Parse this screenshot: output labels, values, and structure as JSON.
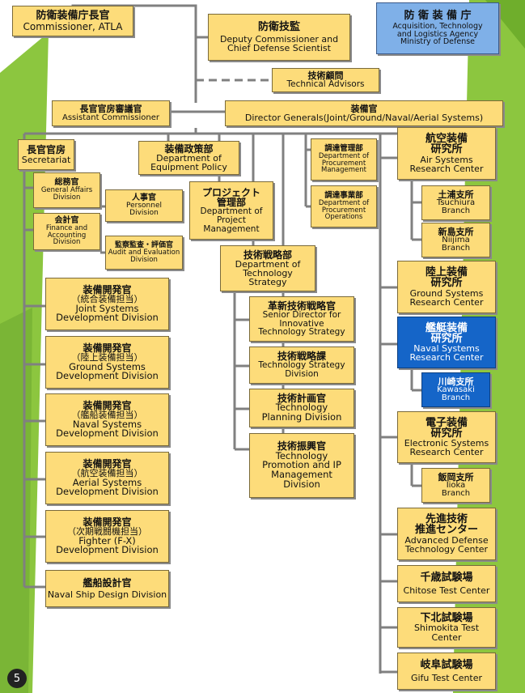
{
  "colors": {
    "box_fill": "#fddc7a",
    "atla_fill": "#7fb0e8",
    "highlight_fill": "#1565c8",
    "line": "#808080",
    "background_green": "#8cc63f"
  },
  "top": {
    "commissioner": {
      "jp": "防衛装備庁長官",
      "en": "Commissioner, ATLA"
    },
    "deputy": {
      "jp": "防衛技監",
      "en1": "Deputy Commissioner and",
      "en2": "Chief Defense Scientist"
    },
    "atla": {
      "jp": "防 衛 装 備 庁",
      "en1": "Acquisition, Technology",
      "en2": "and Logistics Agency",
      "en3": "Ministry of Defense"
    },
    "advisors": {
      "jp": "技術顧問",
      "en": "Technical Advisors"
    },
    "assistant": {
      "jp": "長官官房審議官",
      "en": "Assistant Commissioner"
    },
    "directors": {
      "jp": "装備官",
      "en": "Director Generals(Joint/Ground/Naval/Aerial Systems)"
    }
  },
  "secretariat": {
    "main": {
      "jp": "長官官房",
      "en": "Secretariat"
    },
    "general_affairs": {
      "jp": "総務官",
      "en1": "General Affairs",
      "en2": "Division"
    },
    "personnel": {
      "jp": "人事官",
      "en1": "Personnel",
      "en2": "Division"
    },
    "finance": {
      "jp": "会計官",
      "en1": "Finance and",
      "en2": "Accounting",
      "en3": "Division"
    },
    "audit": {
      "jp": "監察監査・評価官",
      "en1": "Audit and Evaluation",
      "en2": "Division"
    }
  },
  "policy": {
    "jp": "装備政策部",
    "en1": "Department of",
    "en2": "Equipment Policy"
  },
  "project": {
    "jp1": "プロジェクト",
    "jp2": "管理部",
    "en1": "Department of",
    "en2": "Project",
    "en3": "Management"
  },
  "procurement": {
    "mgmt": {
      "jp": "調達管理部",
      "en1": "Department of",
      "en2": "Procurement",
      "en3": "Management"
    },
    "ops": {
      "jp": "調達事業部",
      "en1": "Department of",
      "en2": "Procurement",
      "en3": "Operations"
    }
  },
  "tech_strategy": {
    "main": {
      "jp": "技術戦略部",
      "en1": "Department of",
      "en2": "Technology",
      "en3": "Strategy"
    },
    "innovative": {
      "jp": "革新技術戦略官",
      "en1": "Senior Director for",
      "en2": "Innovative",
      "en3": "Technology Strategy"
    },
    "strategy_div": {
      "jp": "技術戦略課",
      "en1": "Technology Strategy",
      "en2": "Division"
    },
    "planning": {
      "jp": "技術計画官",
      "en1": "Technology",
      "en2": "Planning Division"
    },
    "promotion": {
      "jp": "技術振興官",
      "en1": "Technology",
      "en2": "Promotion and IP",
      "en3": "Management",
      "en4": "Division"
    }
  },
  "dev_divisions": [
    {
      "jp1": "装備開発官",
      "jp2": "（統合装備担当）",
      "en1": "Joint Systems",
      "en2": "Development Division"
    },
    {
      "jp1": "装備開発官",
      "jp2": "（陸上装備担当）",
      "en1": "Ground Systems",
      "en2": "Development Division"
    },
    {
      "jp1": "装備開発官",
      "jp2": "（艦船装備担当）",
      "en1": "Naval Systems",
      "en2": "Development Division"
    },
    {
      "jp1": "装備開発官",
      "jp2": "（航空装備担当）",
      "en1": "Aerial Systems",
      "en2": "Development Division"
    },
    {
      "jp1": "装備開発官",
      "jp2": "（次期戦闘機担当）",
      "en1": "Fighter (F-X)",
      "en2": "Development Division"
    }
  ],
  "ship_design": {
    "jp": "艦船設計官",
    "en": "Naval Ship Design Division"
  },
  "research": {
    "air": {
      "jp1": "航空装備",
      "jp2": "研究所",
      "en1": "Air Systems",
      "en2": "Research Center"
    },
    "tsuchiura": {
      "jp": "土浦支所",
      "en1": "Tsuchiura",
      "en2": "Branch"
    },
    "niijima": {
      "jp": "新島支所",
      "en1": "Niijima",
      "en2": "Branch"
    },
    "ground": {
      "jp1": "陸上装備",
      "jp2": "研究所",
      "en1": "Ground Systems",
      "en2": "Research Center"
    },
    "naval": {
      "jp1": "艦艇装備",
      "jp2": "研究所",
      "en1": "Naval Systems",
      "en2": "Research Center"
    },
    "kawasaki": {
      "jp": "川崎支所",
      "en1": "Kawasaki",
      "en2": "Branch"
    },
    "electronic": {
      "jp1": "電子装備",
      "jp2": "研究所",
      "en1": "Electronic Systems",
      "en2": "Research Center"
    },
    "iioka": {
      "jp": "飯岡支所",
      "en1": "Iioka",
      "en2": "Branch"
    },
    "advanced": {
      "jp1": "先進技術",
      "jp2": "推進センター",
      "en1": "Advanced Defense",
      "en2": "Technology Center"
    },
    "chitose": {
      "jp": "千歳試験場",
      "en": "Chitose Test Center"
    },
    "shimokita": {
      "jp": "下北試験場",
      "en1": "Shimokita Test",
      "en2": "Center"
    },
    "gifu": {
      "jp": "岐阜試験場",
      "en": "Gifu Test Center"
    }
  },
  "page_number": "5"
}
